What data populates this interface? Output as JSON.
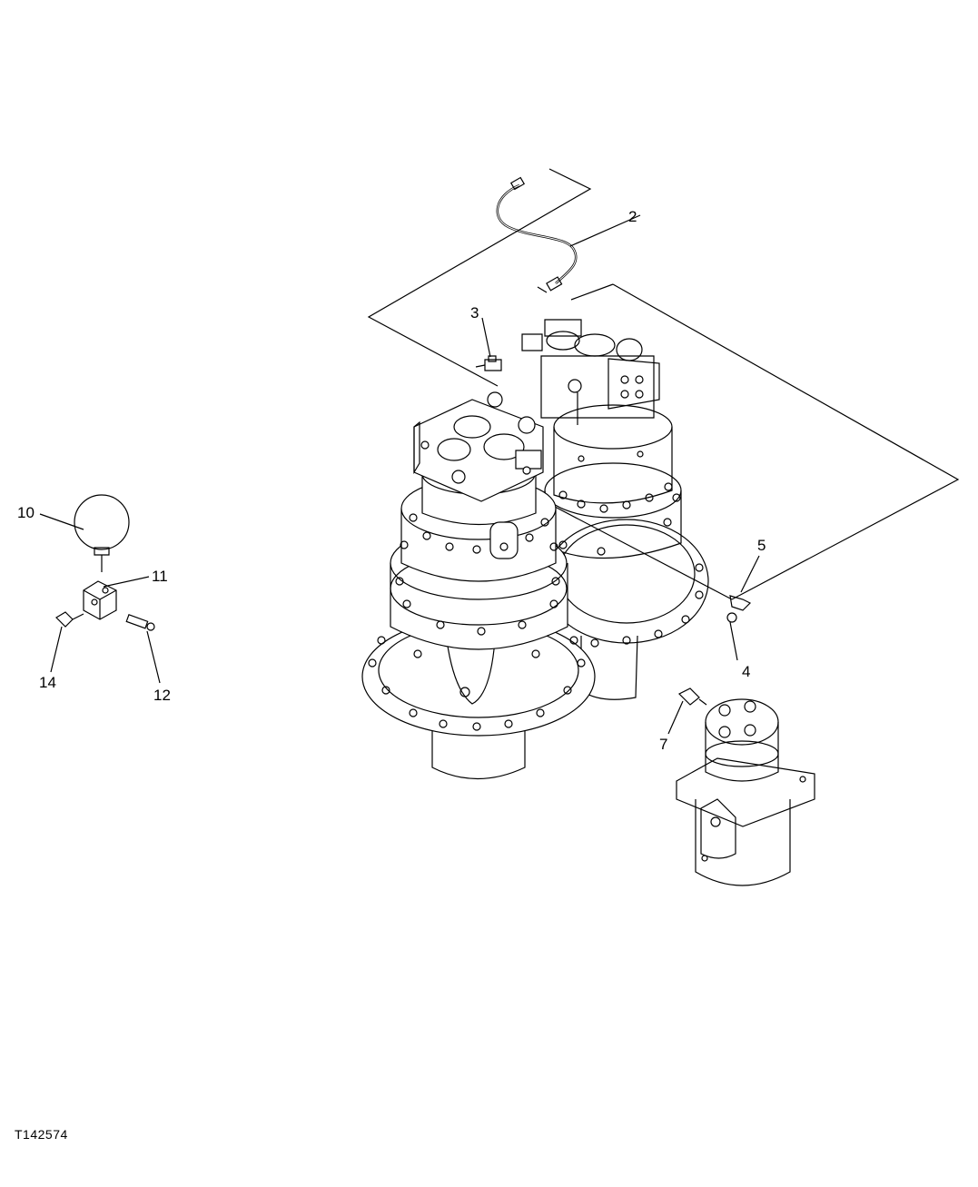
{
  "diagram": {
    "figure_id": "T142574",
    "callouts": [
      {
        "id": "c2",
        "label": "2"
      },
      {
        "id": "c3",
        "label": "3"
      },
      {
        "id": "c4",
        "label": "4"
      },
      {
        "id": "c5",
        "label": "5"
      },
      {
        "id": "c7",
        "label": "7"
      },
      {
        "id": "c10",
        "label": "10"
      },
      {
        "id": "c11",
        "label": "11"
      },
      {
        "id": "c12",
        "label": "12"
      },
      {
        "id": "c14",
        "label": "14"
      }
    ]
  }
}
